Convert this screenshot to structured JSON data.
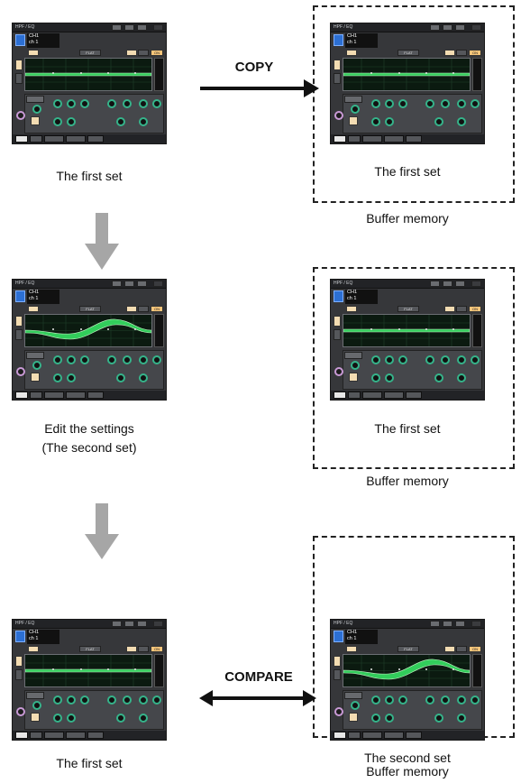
{
  "labels": {
    "copy": "COPY",
    "compare": "COMPARE",
    "first_set": "The first set",
    "edit_line1": "Edit the settings",
    "edit_line2": "(The second set)",
    "second_set": "The second set",
    "buffer_memory": "Buffer memory"
  },
  "screen": {
    "title": "HPF / EQ",
    "channel_id": "CH1",
    "channel_name": "ch 1",
    "flat": "FLAT",
    "on": "ON"
  },
  "colors": {
    "eq_curve": "#35d760",
    "knob_ring": "#35b48a",
    "arrow_gray": "#a6a6a6"
  }
}
